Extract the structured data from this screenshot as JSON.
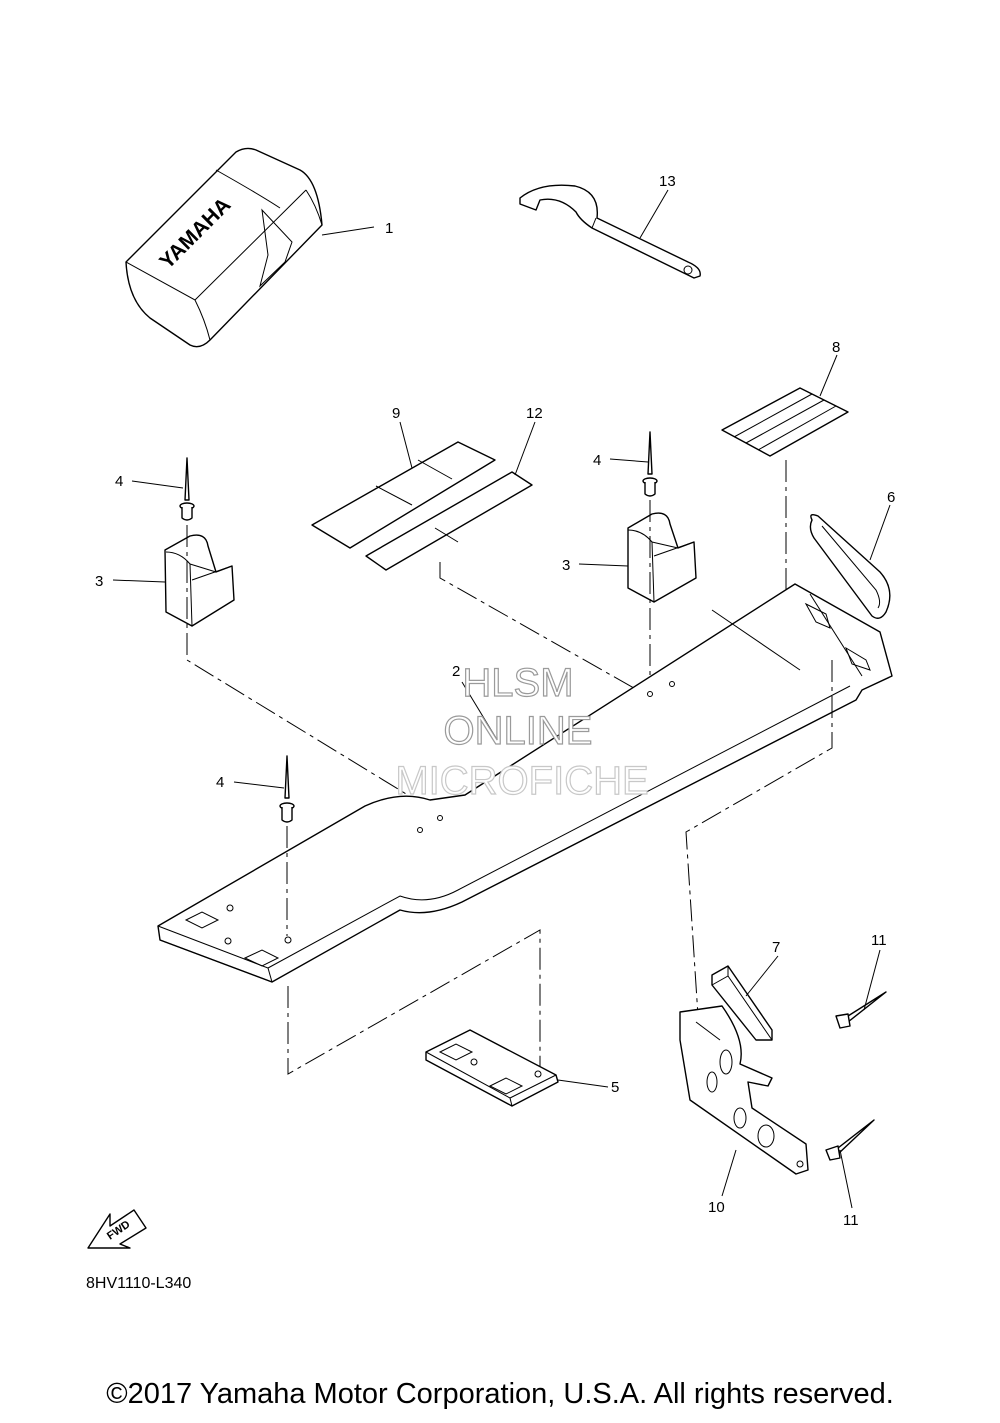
{
  "diagram": {
    "case_logo": "YAMAHA",
    "part_labels": {
      "p1": "1",
      "p2": "2",
      "p3a": "3",
      "p3b": "3",
      "p4a": "4",
      "p4b": "4",
      "p4c": "4",
      "p5": "5",
      "p6": "6",
      "p7": "7",
      "p8": "8",
      "p9": "9",
      "p10": "10",
      "p11a": "11",
      "p11b": "11",
      "p12": "12",
      "p13": "13"
    },
    "fwd_arrow": "FWD",
    "drawing_code": "8HV1110-L340"
  },
  "watermark": {
    "line1": "HLSM",
    "line2": "ONLINE",
    "line3": "MICROFICHE"
  },
  "footer": {
    "copyright": "©2017 Yamaha Motor Corporation, U.S.A. All rights reserved."
  }
}
